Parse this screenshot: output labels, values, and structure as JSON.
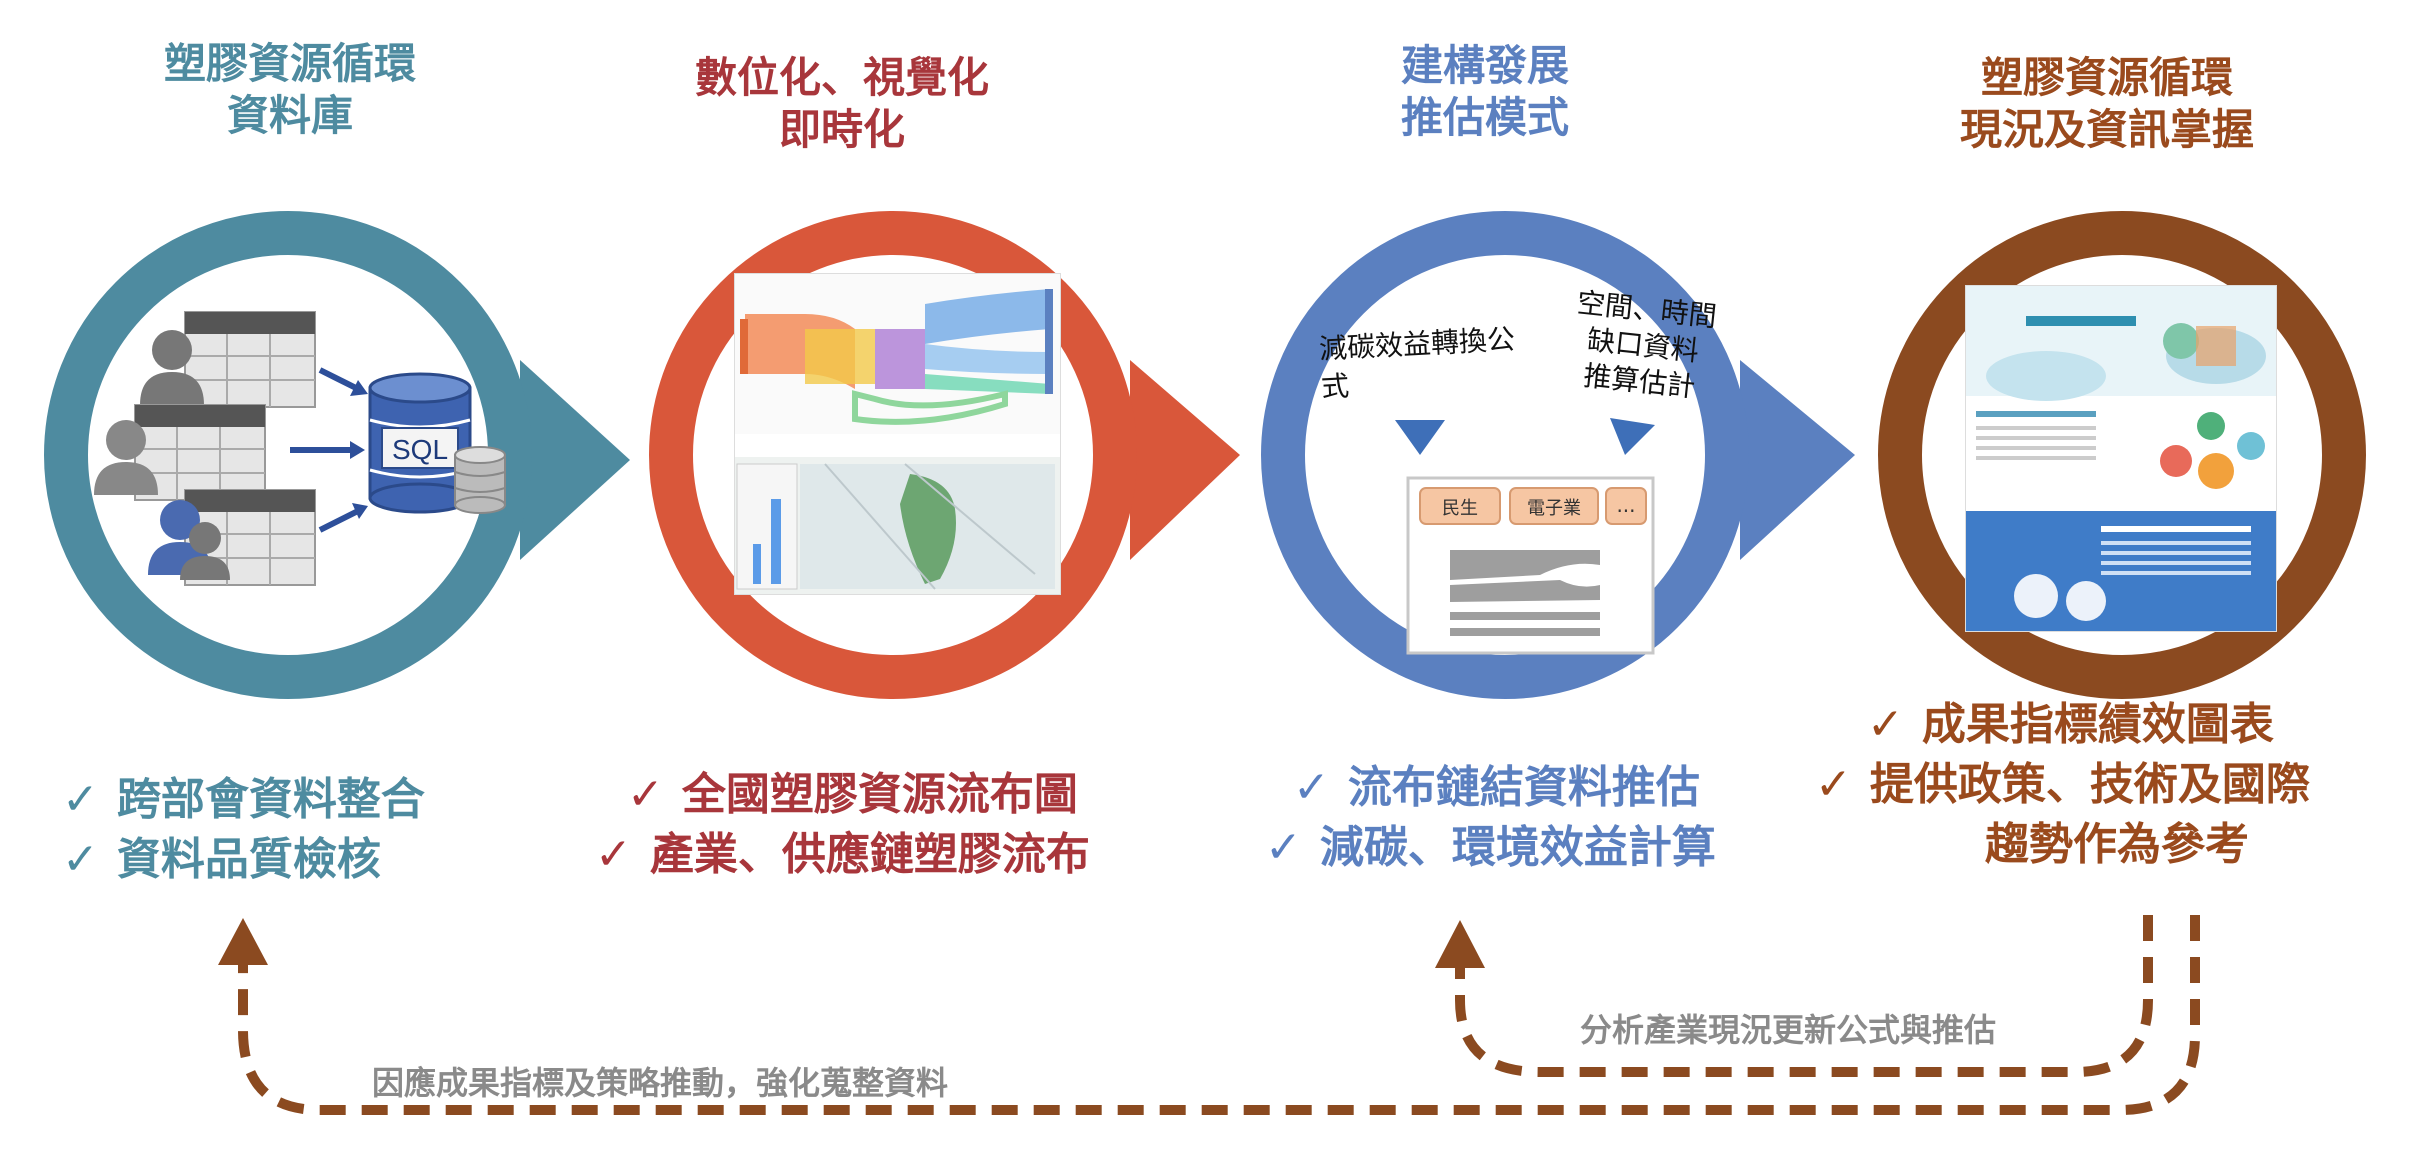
{
  "colors": {
    "teal": "#4e8ba0",
    "red": "#d9573a",
    "blue": "#5b80c0",
    "brown": "#8b4a20",
    "brown_text": "#9a4a1d",
    "dark_red_text": "#a8363b",
    "gray_note": "#8a8a8a"
  },
  "stages": [
    {
      "title_lines": [
        "塑膠資源循環",
        "資料庫"
      ],
      "bullets": [
        "跨部會資料整合",
        "資料品質檢核"
      ]
    },
    {
      "title_lines": [
        "數位化、視覺化",
        "即時化"
      ],
      "bullets": [
        "全國塑膠資源流布圖",
        "產業、供應鏈塑膠流布"
      ]
    },
    {
      "title_lines": [
        "建構發展",
        "推估模式"
      ],
      "bullets": [
        "流布鏈結資料推估",
        "減碳、環境效益計算"
      ]
    },
    {
      "title_lines": [
        "塑膠資源循環",
        "現況及資訊掌握"
      ],
      "bullets": [
        "成果指標績效圖表",
        "提供政策、技術及國際",
        "趨勢作為參考"
      ]
    }
  ],
  "check_symbol": "✓",
  "circle1": {
    "db_label": "SQL",
    "icons": [
      "user-icon",
      "table-icon",
      "database-icon",
      "arrow-icon"
    ]
  },
  "circle3": {
    "label_left": "減碳效益轉換公式",
    "label_right_lines": [
      "空間、時間",
      "缺口資料",
      "推算估計"
    ],
    "tabs": [
      "民生",
      "電子業",
      "..."
    ]
  },
  "feedback": {
    "long_loop_label": "因應成果指標及策略推動，強化蒐整資料",
    "short_loop_label": "分析產業現況更新公式與推估"
  }
}
